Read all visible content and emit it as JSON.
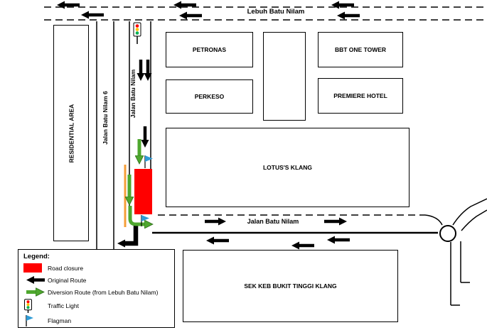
{
  "map": {
    "road_labels": {
      "top": "Lebuh Batu Nilam",
      "left_vertical": "Jalan Batu Nilam 6",
      "closed_vertical": "Jalan Batu Nilam",
      "middle_horizontal": "Jalan Batu Nilam"
    },
    "buildings": {
      "residential_area": "RESIDENTIAL AREA",
      "petronas": "PETRONAS",
      "bbt_one_tower": "BBT ONE TOWER",
      "perkeso": "PERKESO",
      "premiere_hotel": "PREMIERE HOTEL",
      "lotus_klang": "LOTUS'S KLANG",
      "sek_keb_bukit_tinggi_klang": "SEK KEB BUKIT TINGGI KLANG"
    }
  },
  "legend": {
    "title": "Legend:",
    "items": [
      {
        "icon": "road-closure-swatch",
        "label": "Road closure"
      },
      {
        "icon": "black-arrow",
        "label": "Original Route"
      },
      {
        "icon": "green-arrow",
        "label": "Diversion Route (from Lebuh Batu Nilam)"
      },
      {
        "icon": "traffic-light",
        "label": "Traffic Light"
      },
      {
        "icon": "flag",
        "label": "Flagman"
      }
    ]
  },
  "colors": {
    "road_closure": "#FF0000",
    "original_route": "#000000",
    "diversion_route": "#4EA72E",
    "flag_blue": "#2E9BD6",
    "barrier_orange": "#F59E38",
    "traffic_light_red": "#FF0000",
    "traffic_light_amber": "#FFC000",
    "traffic_light_green": "#00B050"
  }
}
